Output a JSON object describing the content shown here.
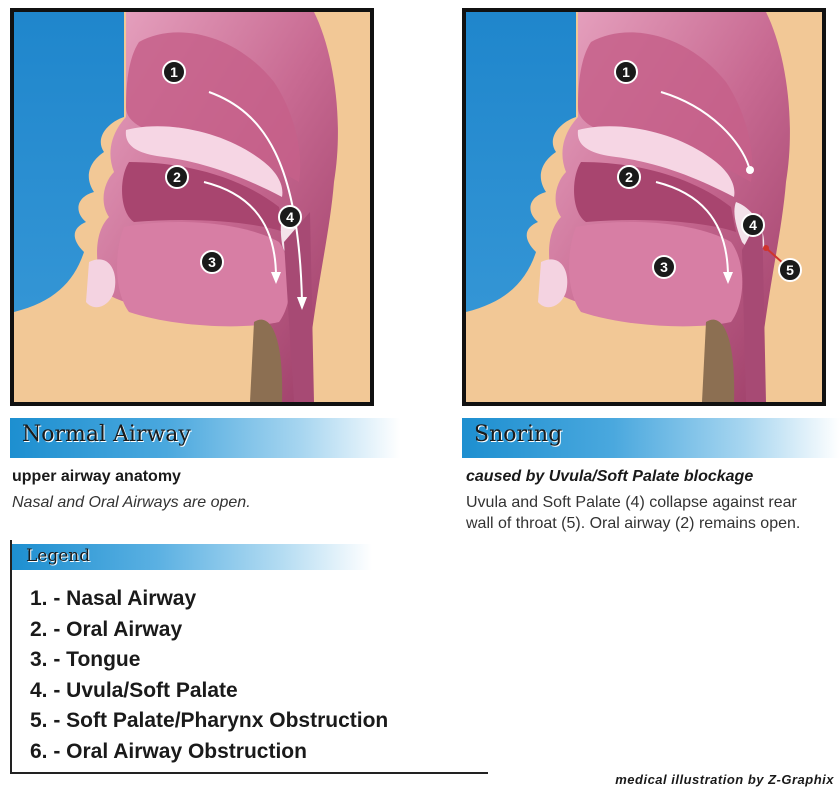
{
  "panels": {
    "normal": {
      "title": "Normal Airway",
      "subtitle": "upper airway anatomy",
      "description": "Nasal and Oral Airways are open.",
      "markers": [
        "1",
        "2",
        "3",
        "4"
      ]
    },
    "snoring": {
      "title": "Snoring",
      "subtitle": "caused by Uvula/Soft Palate blockage",
      "description": "Uvula and Soft Palate (4) collapse against rear wall of throat (5). Oral airway (2) remains open.",
      "markers": [
        "1",
        "2",
        "3",
        "4",
        "5"
      ]
    }
  },
  "legend": {
    "title": "Legend",
    "items": [
      "1. - Nasal Airway",
      "2. - Oral Airway",
      "3. - Tongue",
      "4. - Uvula/Soft Palate",
      "5. - Soft Palate/Pharynx Obstruction",
      "6. - Oral Airway Obstruction"
    ]
  },
  "credit": "medical illustration by Z-Graphix",
  "colors": {
    "background_blue": "#2a8fd0",
    "tissue": "#b8557a",
    "tissue_light": "#e7a9c3",
    "skin": "#f2c896",
    "marker": "#1a1a1a"
  }
}
